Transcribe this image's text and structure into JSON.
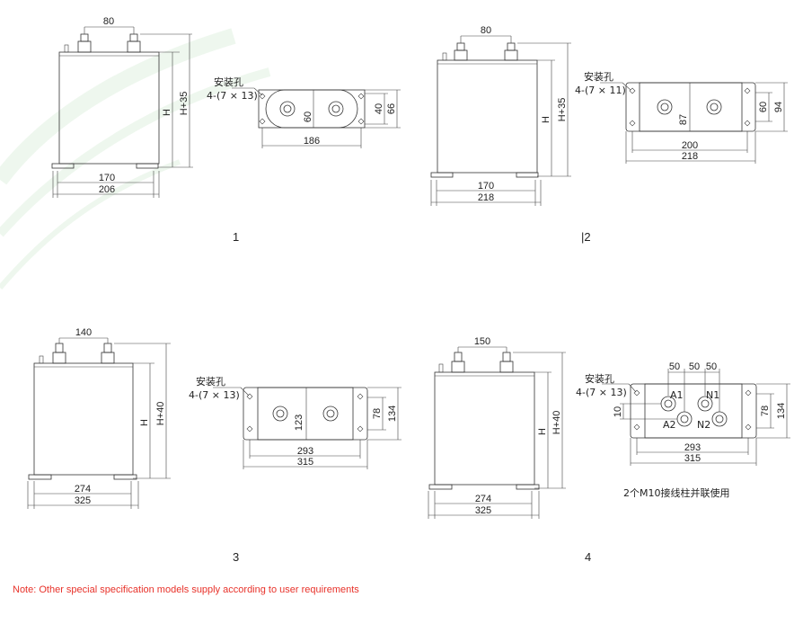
{
  "diagrams": [
    {
      "number": "1",
      "side": {
        "top_width": "80",
        "height": "H",
        "height_total": "H+35",
        "base_inner": "170",
        "base_outer": "206"
      },
      "top": {
        "hole_label": "安装孔",
        "hole_spec": "4-(7 × 13)",
        "inner_h": "60",
        "h1": "40",
        "h2": "66",
        "width": "186"
      }
    },
    {
      "number": "|2",
      "side": {
        "top_width": "80",
        "height": "H",
        "height_total": "H+35",
        "base_inner": "170",
        "base_outer": "218"
      },
      "top": {
        "hole_label": "安装孔",
        "hole_spec": "4-(7 × 11)",
        "inner_h": "87",
        "h1": "60",
        "h2": "94",
        "w1": "200",
        "w2": "218"
      }
    },
    {
      "number": "3",
      "side": {
        "top_width": "140",
        "height": "H",
        "height_total": "H+40",
        "base_inner": "274",
        "base_outer": "325"
      },
      "top": {
        "hole_label": "安装孔",
        "hole_spec": "4-(7 × 13)",
        "inner_h": "123",
        "h1": "78",
        "h2": "134",
        "w1": "293",
        "w2": "315"
      }
    },
    {
      "number": "4",
      "side": {
        "top_width": "150",
        "height": "H",
        "height_total": "H+40",
        "base_inner": "274",
        "base_outer": "325"
      },
      "top": {
        "hole_label": "安装孔",
        "hole_spec": "4-(7 × 13)",
        "s1": "50",
        "s2": "50",
        "s3": "50",
        "left_h": "10",
        "t_a1": "A1",
        "t_n1": "N1",
        "t_a2": "A2",
        "t_n2": "N2",
        "h1": "78",
        "h2": "134",
        "w1": "293",
        "w2": "315",
        "caption": "2个M10接线柱并联使用"
      }
    }
  ],
  "note": "Note: Other special specification models supply according to user requirements",
  "colors": {
    "note": "#e8322a",
    "line": "#333333"
  }
}
